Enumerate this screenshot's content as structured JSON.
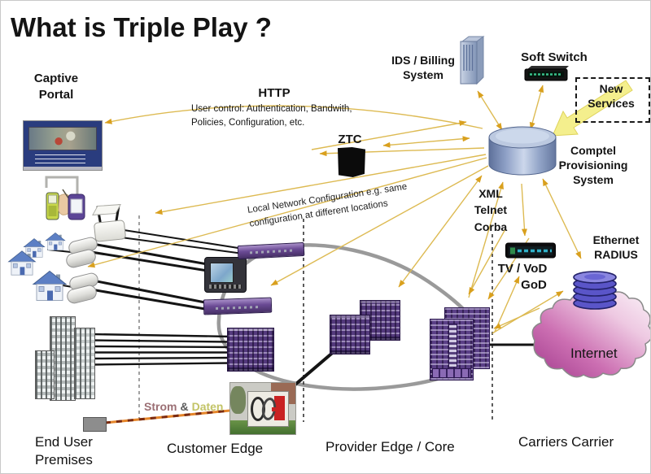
{
  "labels": {
    "title": "What is Triple Play ?",
    "captive_portal": "Captive\nPortal",
    "http": "HTTP",
    "user_control": "User control: Authentication, Bandwith,\nPolicies, Configuration, etc.",
    "ztc": "ZTC",
    "ids_billing": "IDS / Billing\nSystem",
    "soft_switch": "Soft Switch",
    "new_services": "New\nServices",
    "comptel": "Comptel\nProvisioning\nSystem",
    "xml_telnet_corba": "XML\nTelnet\nCorba",
    "tv_vod": "TV / VoD",
    "god": "GoD",
    "ethernet_radius": "Ethernet\nRADIUS",
    "internet": "Internet",
    "local_note": "Local Network Configuration e.g. same\nconfiguration at different  locations",
    "strom": "Strom",
    "amp": "&",
    "daten": "Daten",
    "end_user_premises": "End User\nPremises",
    "customer_edge": "Customer Edge",
    "provider_edge_core": "Provider Edge / Core",
    "carriers_carrier": "Carriers Carrier"
  },
  "colors": {
    "arrow_line": "#ddba52",
    "arrow_head": "#d9a01e",
    "big_arrow_fill": "#f4ef8d",
    "cylinder_blue": "#8ea0c6",
    "device_purple": "#5a3f86",
    "cloud_pink": "#a13a8c",
    "disk_purple": "#5a55c8",
    "ring_gray": "#9a9a9a"
  }
}
